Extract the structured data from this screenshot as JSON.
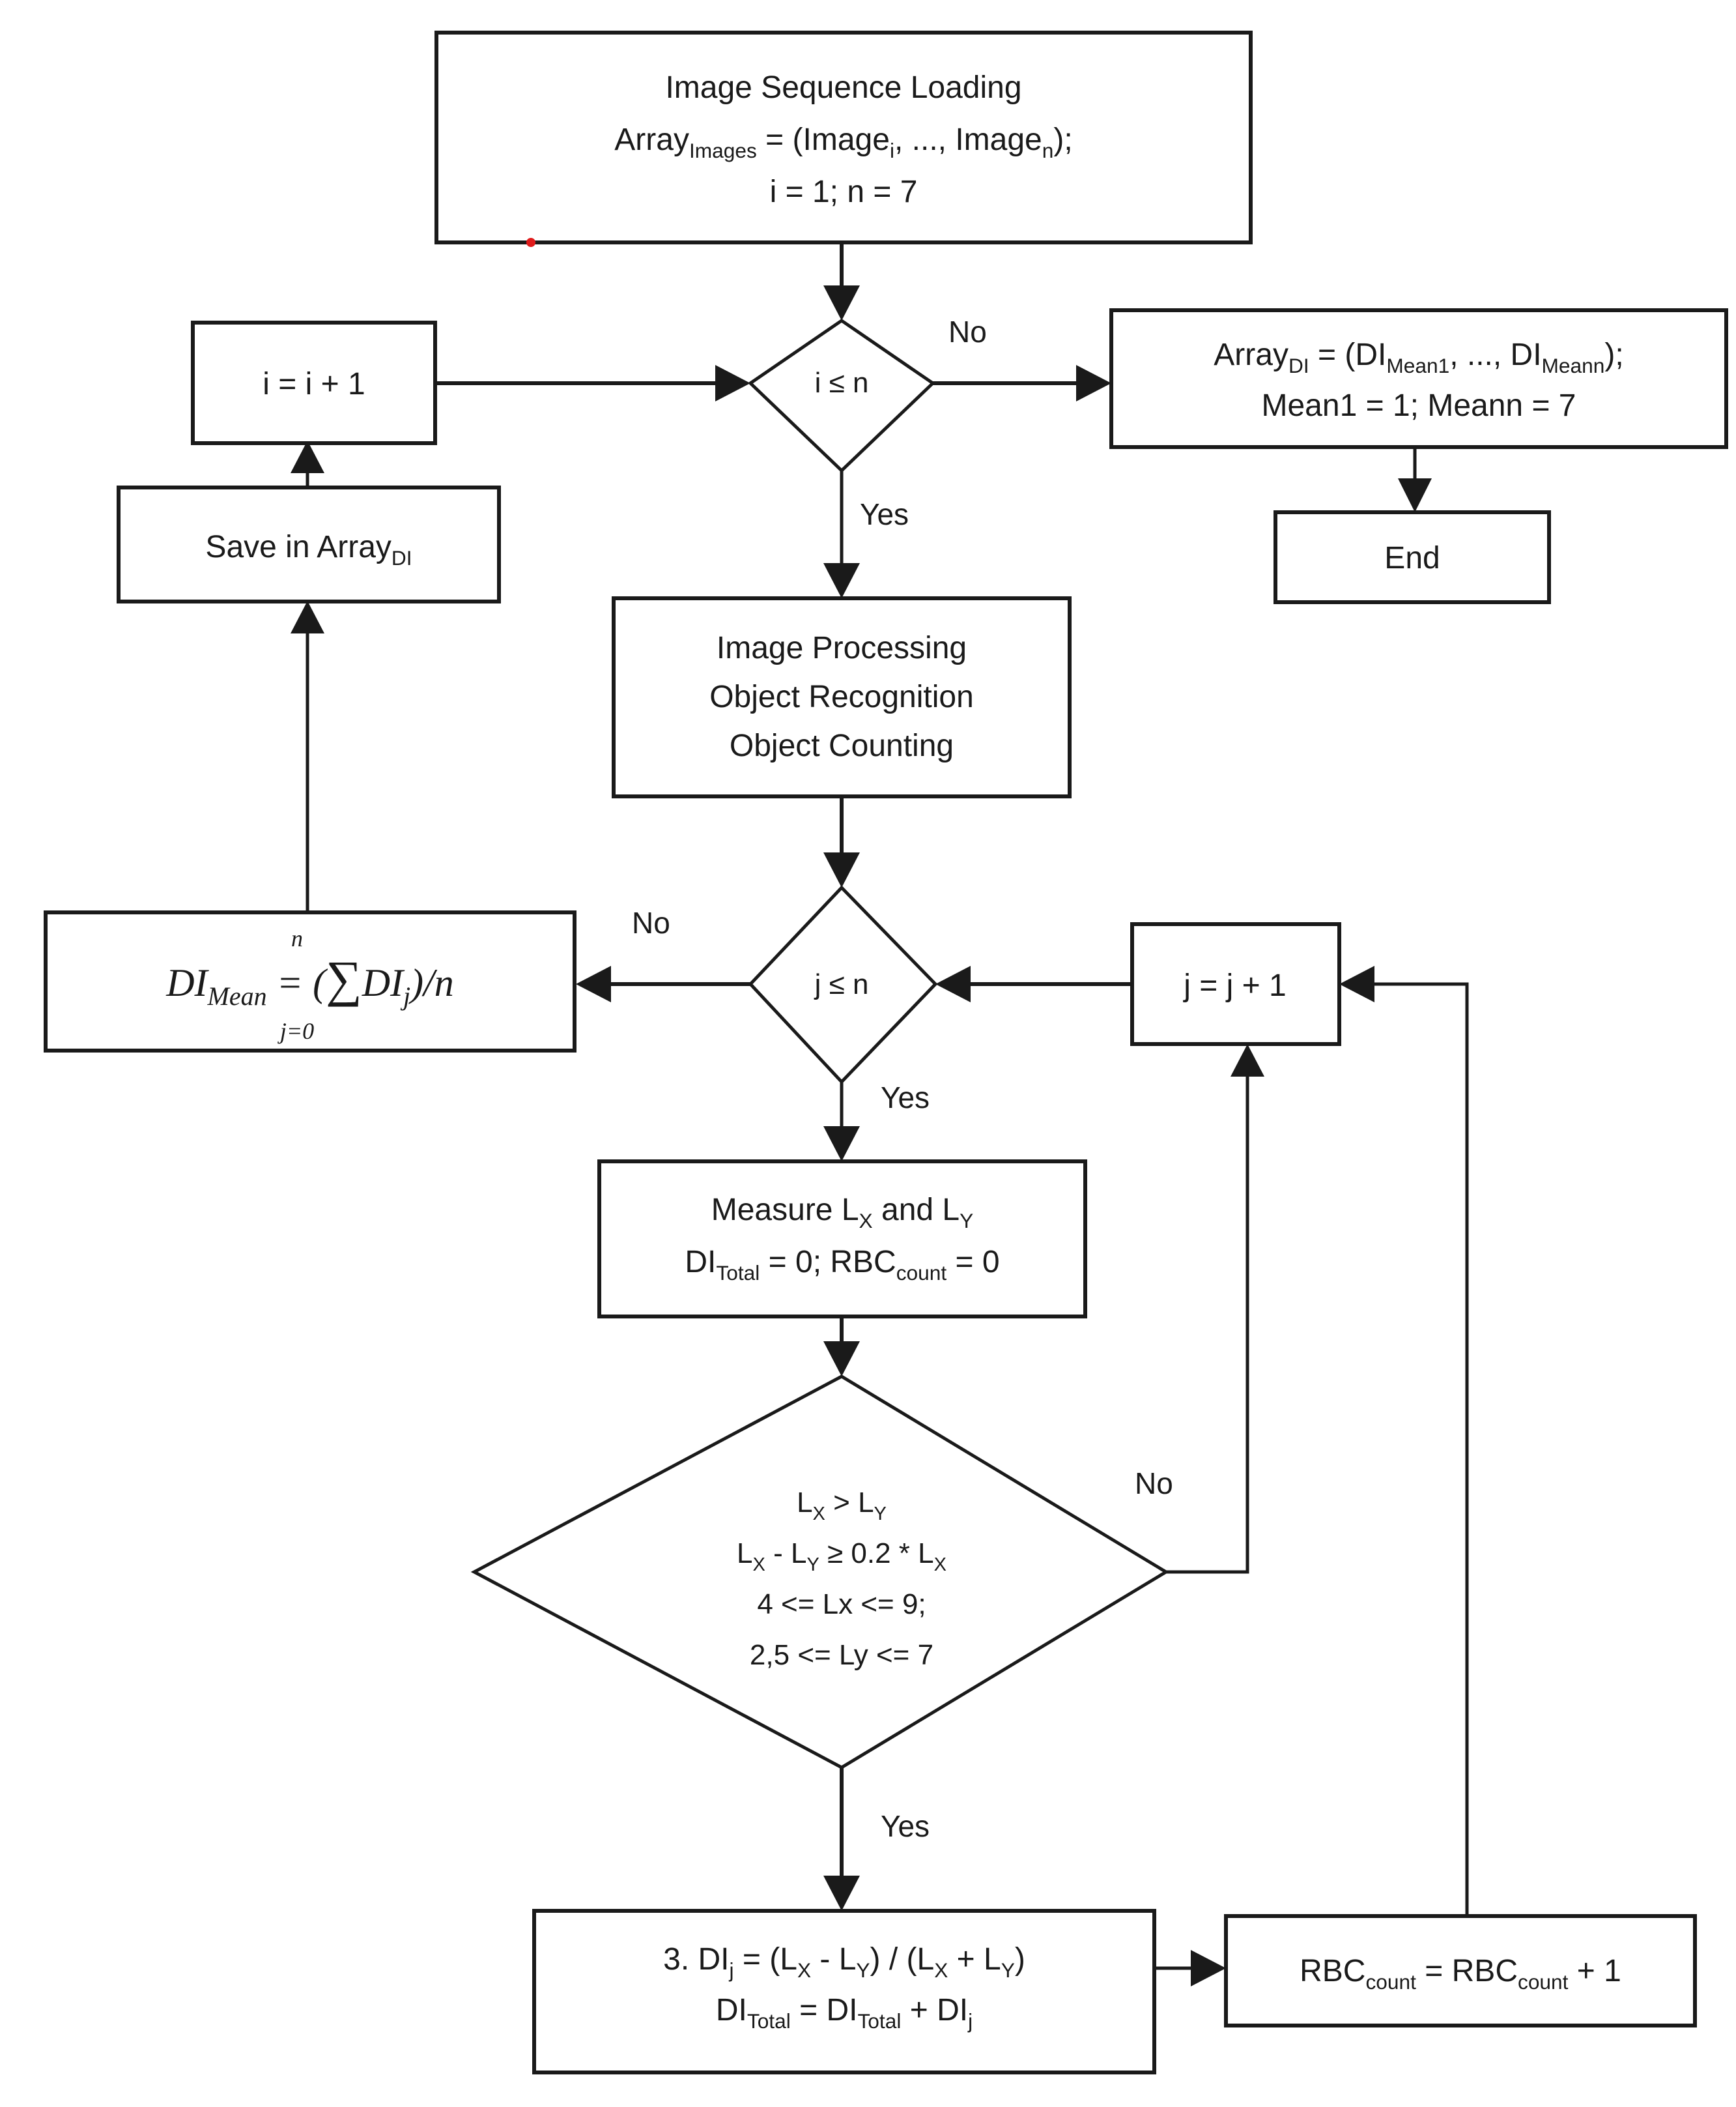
{
  "diagram": {
    "type": "flowchart",
    "title": "Red Blood Cell Deformability Index Processing Flowchart",
    "accent_color": "#1a1a1a",
    "marker_color": "#e01b1b",
    "background": "#ffffff"
  },
  "nodes": {
    "start_loading": {
      "shape": "process",
      "lines": [
        {
          "text": "Image Sequence Loading"
        },
        {
          "pre": "Array",
          "sub1": "Images",
          "mid": " = (Image",
          "sub2": "i",
          "mid2": ", ..., Image",
          "sub3": "n",
          "post": ");"
        },
        {
          "text": "i = 1; n = 7"
        }
      ]
    },
    "check_i": {
      "shape": "decision",
      "text": "i ≤ n"
    },
    "increment_i": {
      "shape": "process",
      "text": "i = i + 1"
    },
    "save_array": {
      "shape": "process",
      "pre": "Save in Array",
      "sub": "DI"
    },
    "array_di": {
      "shape": "process",
      "lines": [
        {
          "pre": "Array",
          "sub1": "DI",
          "mid": " = (DI",
          "sub2": "Mean1",
          "mid2": ", ..., DI",
          "sub3": "Meann",
          "post": ");"
        },
        {
          "text": "Mean1 = 1; Meann = 7"
        }
      ]
    },
    "end": {
      "shape": "terminator",
      "text": "End"
    },
    "image_processing": {
      "shape": "process",
      "lines": [
        "Image Processing",
        "Object Recognition",
        "Object Counting"
      ]
    },
    "check_j": {
      "shape": "decision",
      "text": "j ≤ n"
    },
    "increment_j": {
      "shape": "process",
      "text": "j = j + 1"
    },
    "di_mean_formula": {
      "shape": "process",
      "formula_plain": "DI_Mean = ( sum_{j=0}^{n} DI_j ) / n",
      "parts": {
        "lhs": "DI",
        "lhs_sub": "Mean",
        "eq": " = (",
        "sigma": "∑",
        "sigma_upper": "n",
        "sigma_lower": "j=0",
        "term": "DI",
        "term_sub": "j",
        "rhs": ")/n"
      }
    },
    "measure": {
      "shape": "process",
      "lines": [
        {
          "pre": "Measure L",
          "sub1": "X",
          "mid": " and L",
          "sub2": "Y",
          "post": ""
        },
        {
          "pre": "DI",
          "sub1": "Total",
          "mid": " = 0; RBC",
          "sub2": "count",
          "post": " = 0"
        }
      ]
    },
    "condition": {
      "shape": "decision",
      "lines": [
        {
          "pre": "L",
          "sub1": "X",
          "mid": " > L",
          "sub2": "Y",
          "post": ""
        },
        {
          "pre": "L",
          "sub1": "X",
          "mid": " - L",
          "sub2": "Y",
          "post": " ≥ 0.2 * L",
          "sub3": "X"
        },
        {
          "text": "4 <= Lx <= 9;"
        },
        {
          "text": "2,5 <= Ly <= 7"
        }
      ]
    },
    "compute_di": {
      "shape": "process",
      "lines": [
        {
          "pre": "3. DI",
          "sub1": "j",
          "post": " = (L",
          "sub2": "X",
          "mid2": " - L",
          "sub3": "Y",
          "tail": ") / (L",
          "sub4": "X",
          "tail2": " + L",
          "sub5": "Y",
          "tail3": ")"
        },
        {
          "pre": "DI",
          "sub1": "Total",
          "post": " = DI",
          "sub2": "Total",
          "mid2": " + DI",
          "sub3": "j"
        }
      ]
    },
    "rbc_count": {
      "shape": "process",
      "pre": "RBC",
      "sub1": "count",
      "mid": " = RBC",
      "sub2": "count",
      "post": " + 1"
    }
  },
  "edge_labels": {
    "i_no": "No",
    "i_yes": "Yes",
    "j_no": "No",
    "j_yes": "Yes",
    "cond_no": "No",
    "cond_yes": "Yes"
  }
}
